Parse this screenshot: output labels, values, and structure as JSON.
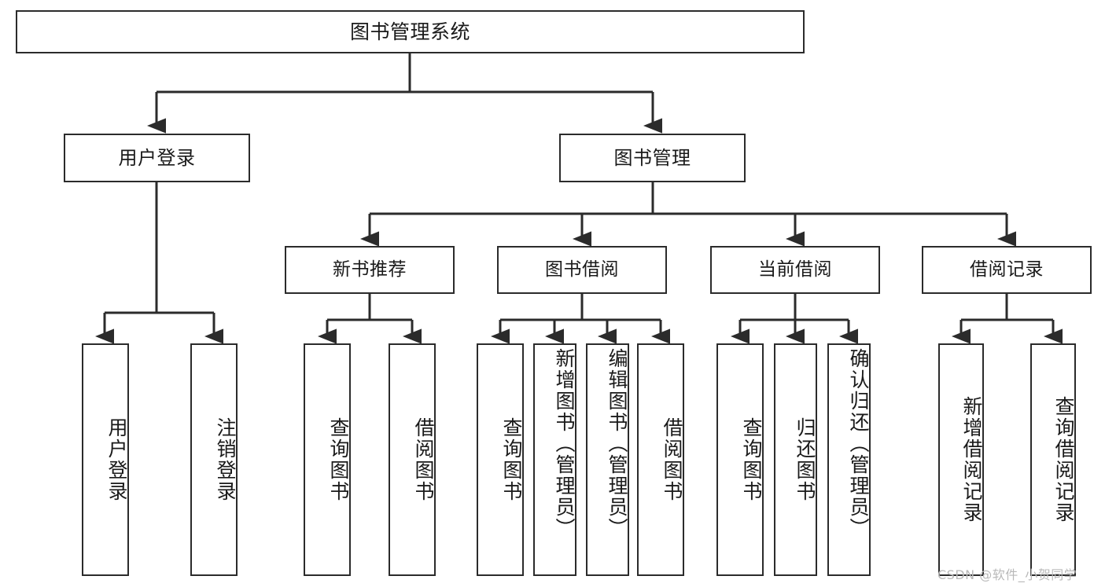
{
  "diagram": {
    "type": "tree-hierarchy-chart",
    "title": "图书管理系统",
    "root": {
      "id": "root",
      "label": "图书管理系统"
    },
    "level2": [
      {
        "id": "user-login",
        "label": "用户登录"
      },
      {
        "id": "book-manage",
        "label": "图书管理"
      }
    ],
    "level3": [
      {
        "id": "new-book-recommend",
        "label": "新书推荐",
        "parent": "book-manage"
      },
      {
        "id": "book-borrow",
        "label": "图书借阅",
        "parent": "book-manage"
      },
      {
        "id": "current-borrow",
        "label": "当前借阅",
        "parent": "book-manage"
      },
      {
        "id": "borrow-record",
        "label": "借阅记录",
        "parent": "book-manage"
      }
    ],
    "leaves": [
      {
        "id": "leaf-user-login",
        "label": "用户登录",
        "parent": "user-login"
      },
      {
        "id": "leaf-logout-login",
        "label": "注销登录",
        "parent": "user-login"
      },
      {
        "id": "leaf-query-book-1",
        "label": "查询图书",
        "parent": "new-book-recommend"
      },
      {
        "id": "leaf-borrow-book-1",
        "label": "借阅图书",
        "parent": "new-book-recommend"
      },
      {
        "id": "leaf-query-book-2",
        "label": "查询图书",
        "parent": "book-borrow"
      },
      {
        "id": "leaf-add-book",
        "label": "新增图书（管理员）",
        "parent": "book-borrow"
      },
      {
        "id": "leaf-edit-book",
        "label": "编辑图书（管理员）",
        "parent": "book-borrow"
      },
      {
        "id": "leaf-borrow-book-2",
        "label": "借阅图书",
        "parent": "book-borrow"
      },
      {
        "id": "leaf-query-book-3",
        "label": "查询图书",
        "parent": "current-borrow"
      },
      {
        "id": "leaf-return-book",
        "label": "归还图书",
        "parent": "current-borrow"
      },
      {
        "id": "leaf-confirm-return",
        "label": "确认归还（管理员）",
        "parent": "current-borrow"
      },
      {
        "id": "leaf-add-record",
        "label": "新增借阅记录",
        "parent": "borrow-record"
      },
      {
        "id": "leaf-query-record",
        "label": "查询借阅记录",
        "parent": "borrow-record"
      }
    ],
    "colors": {
      "stroke": "#2b2b2b",
      "fill": "#ffffff",
      "text": "#1a1a1a",
      "watermark": "#b9b9b9"
    }
  },
  "watermark": {
    "text": "CSDN @软件_小贺同学"
  }
}
